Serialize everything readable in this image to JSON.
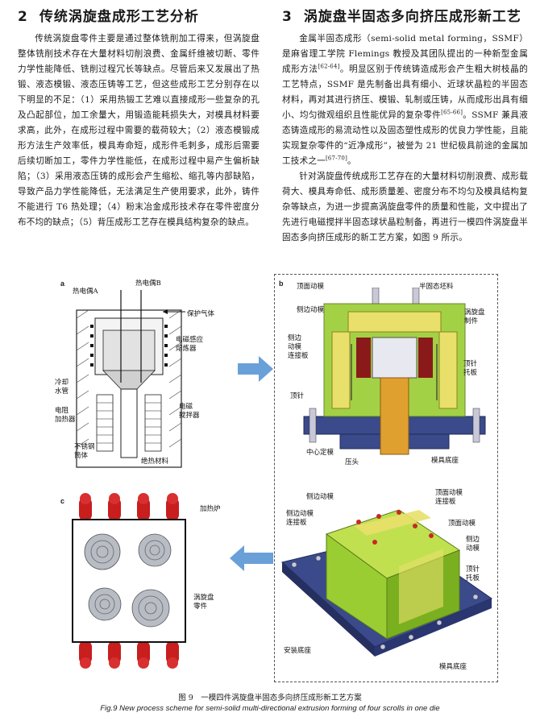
{
  "section2": {
    "num": "2",
    "title": "传统涡旋盘成形工艺分析",
    "paragraphs": [
      "传统涡旋盘零件主要是通过整体铣削加工得来，但涡旋盘整体铣削技术存在大量材料切削浪费、金属纤维被切断、零件力学性能降低、铣削过程冗长等缺点。尽管后来又发展出了热锻、液态模锻、液态压铸等工艺，但这些成形工艺分别存在以下明显的不足：（1）采用热锻工艺难以直接成形一些复杂的孔及凸起部位，加工余量大，用锻造能耗损失大，对模具材料要求高，此外，在成形过程中需要的载荷较大；（2）液态模锻成形方法生产效率低，模具寿命短，成形件毛刺多，成形后需要后续切断加工，零件力学性能低，在成形过程中易产生偏析缺陷；（3）采用液态压铸的成形会产生缩松、缩孔等内部缺陷，导致产品力学性能降低，无法满足生产使用要求，此外，铸件不能进行 T6 热处理；（4）粉末冶金成形技术存在零件密度分布不均的缺点；（5）背压成形工艺存在模具结构复杂的缺点。"
    ]
  },
  "section3": {
    "num": "3",
    "title": "涡旋盘半固态多向挤压成形新工艺",
    "p1_a": "金属半固态成形（semi-solid metal forming，SSMF）是麻省理工学院 Flemings 教授及其团队提出的一种新型金属成形方法",
    "p1_ref1": "[62-64]",
    "p1_b": "。明显区别于传统铸造成形会产生粗大树枝晶的工艺特点，SSMF 是先制备出具有细小、近球状晶粒的半固态材料，再对其进行挤压、模锻、轧制或压铸，从而成形出具有细小、均匀微观组织且性能优异的复杂零件",
    "p1_ref2": "[65-66]",
    "p1_c": "。SSMF 兼具液态铸造成形的易流动性以及固态塑性成形的优良力学性能，且能实现复杂零件的“近净成形”，被誉为 21 世纪极具前途的金属加工技术之一",
    "p1_ref3": "[67-70]",
    "p1_d": "。",
    "p2": "针对涡旋盘传统成形工艺存在的大量材料切削浪费、成形载荷大、模具寿命低、成形质量差、密度分布不均匀及模具结构复杂等缺点，为进一步提高涡旋盘零件的质量和性能，文中提出了先进行电磁搅拌半固态球状晶粒制备，再进行一模四件涡旋盘半固态多向挤压成形的新工艺方案，如图 9 所示。"
  },
  "figure": {
    "panel_a": {
      "label": "a",
      "labels": {
        "thermo_a": "热电偶A",
        "thermo_b": "热电偶B",
        "shield_gas": "保护气体",
        "induction": "电磁感应\n熔炼器",
        "cooling": "冷却\n水管",
        "resistance": "电阻\n加热器",
        "stirrer": "电磁\n搅拌器",
        "stainless": "不锈钢\n筒体",
        "insulation": "绝热材料"
      }
    },
    "panel_b": {
      "label": "b",
      "labels": {
        "top_die": "顶面动模",
        "semisolid": "半固态坯料",
        "side_die": "侧边动模",
        "side_plate": "侧边\n动模\n连接板",
        "scroll_part": "涡旋盘\n制件",
        "ejector_plate": "顶针\n托板",
        "ejector": "顶针",
        "center_die": "中心定模",
        "punch": "压头",
        "die_base": "模具底座"
      },
      "labels_3d": {
        "side_die": "侧边动模",
        "side_plate": "侧边动模\n连接板",
        "top_plate": "顶面动模\n连接板",
        "top_die": "顶面动模",
        "side_die2": "侧边\n动模",
        "ejector_plate": "顶针\n托板",
        "mount_base": "安装底座",
        "die_base": "模具底座"
      }
    },
    "panel_c": {
      "label": "c",
      "labels": {
        "furnace": "加热炉",
        "scroll": "涡旋盘\n零件"
      }
    },
    "caption_cn": "图 9　一模四件涡旋盘半固态多向挤压成形新工艺方案",
    "caption_en": "Fig.9 New process scheme for semi-solid multi-directional extrusion forming of four scrolls in one die",
    "colors": {
      "die_green": "#9acd32",
      "die_yellow": "#e8e06a",
      "punch_orange": "#e0a030",
      "base_blue": "#3a4a8a",
      "arrow_blue": "#6aa0d8",
      "heater_red": "#c81e1e"
    }
  }
}
